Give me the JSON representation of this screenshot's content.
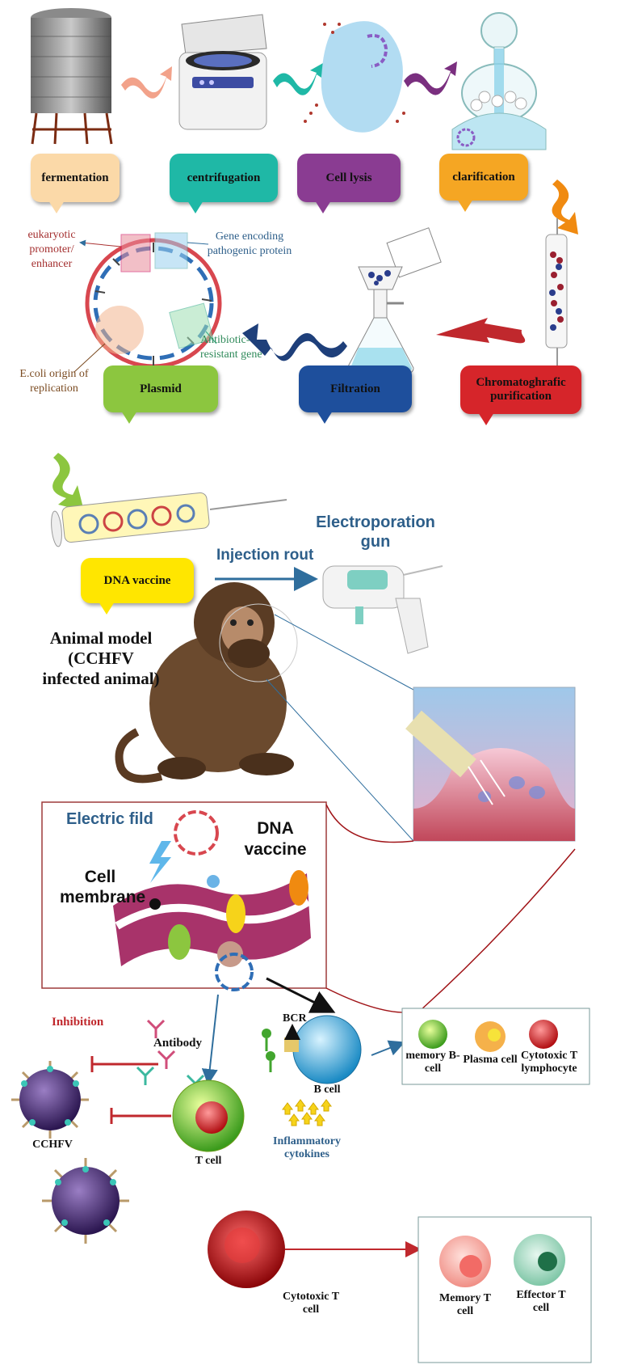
{
  "process_steps": {
    "fermentation": "fermentation",
    "centrifugation": "centrifugation",
    "cell_lysis": "Cell lysis",
    "clarification": "clarification",
    "chromatographic": "Chromatoghrafic purification",
    "filtration": "Filtration",
    "plasmid": "Plasmid"
  },
  "plasmid_labels": {
    "promoter": "eukaryotic promoter/ enhancer",
    "gene": "Gene encoding pathogenic protein",
    "antibiotic": "Antibiotic-resistant gene",
    "origin": "E.coli origin of replication"
  },
  "vaccination": {
    "dna_vaccine": "DNA vaccine",
    "injection": "Injection rout",
    "gun": "Electroporation gun",
    "animal_model": "Animal model (CCHFV infected animal)"
  },
  "cell_panel": {
    "electric_field": "Electric fild",
    "dna_vaccine": "DNA vaccine",
    "membrane": "Cell membrane"
  },
  "immune": {
    "inhibition": "Inhibition",
    "antibody": "Antibody",
    "bcr": "BCR",
    "b_cell": "B cell",
    "memory_b": "memory B-cell",
    "plasma": "Plasma cell",
    "cytotoxic_t_lymph": "Cytotoxic T lymphocyte",
    "cchfv": "CCHFV",
    "t_cell": "T cell",
    "cytokines": "Inflammatory cytokines",
    "cytotoxic_t_cell": "Cytotoxic T cell",
    "memory_t": "Memory T cell",
    "effector_t": "Effector T cell"
  },
  "colors": {
    "fermentation": "#fbd9a8",
    "centrifugation": "#1fb8a6",
    "cell_lysis": "#8a3c92",
    "clarification": "#f5a623",
    "chromatographic": "#d6252a",
    "filtration": "#1e4f9c",
    "plasmid": "#8cc63f",
    "dna_vaccine": "#ffe600",
    "inhibition": "#c0282d",
    "title_blue": "#2e5f8a"
  }
}
